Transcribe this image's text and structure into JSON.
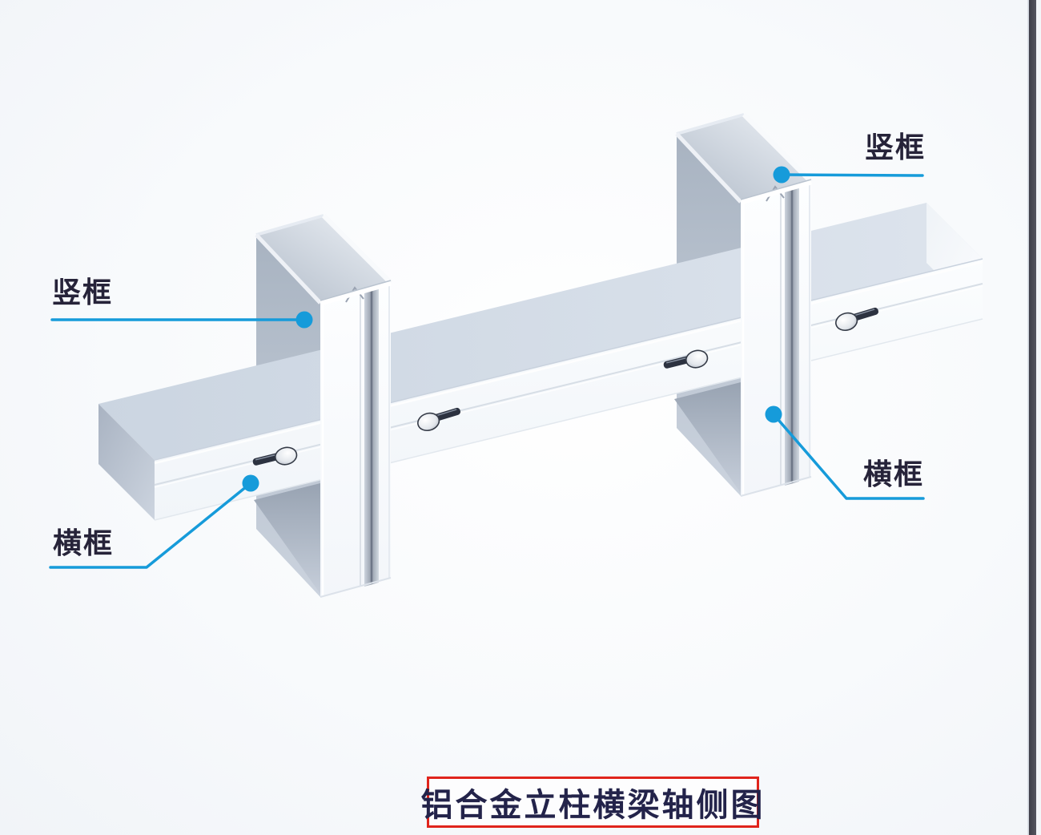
{
  "diagram": {
    "title": "铝合金立柱横梁轴侧图",
    "labels": [
      {
        "id": "mullion-right",
        "text": "竖框"
      },
      {
        "id": "mullion-left",
        "text": "竖框"
      },
      {
        "id": "transom-left",
        "text": "横框"
      },
      {
        "id": "transom-right",
        "text": "横框"
      }
    ],
    "parts": {
      "mullion_count": 2,
      "transom_count": 1,
      "fastener_count": 4
    },
    "colors": {
      "leader_blue": "#169bda",
      "title_border_red": "#e0241c",
      "label_text": "#262339",
      "title_text": "#23234a",
      "aluminum_white": "#f9fbfd",
      "aluminum_top": "#d2dbe6",
      "aluminum_shadow": "#9aa5b4",
      "fastener_dark": "#2c3240",
      "background": "#f8fafc",
      "right_edge_dark": "#45454f"
    }
  }
}
